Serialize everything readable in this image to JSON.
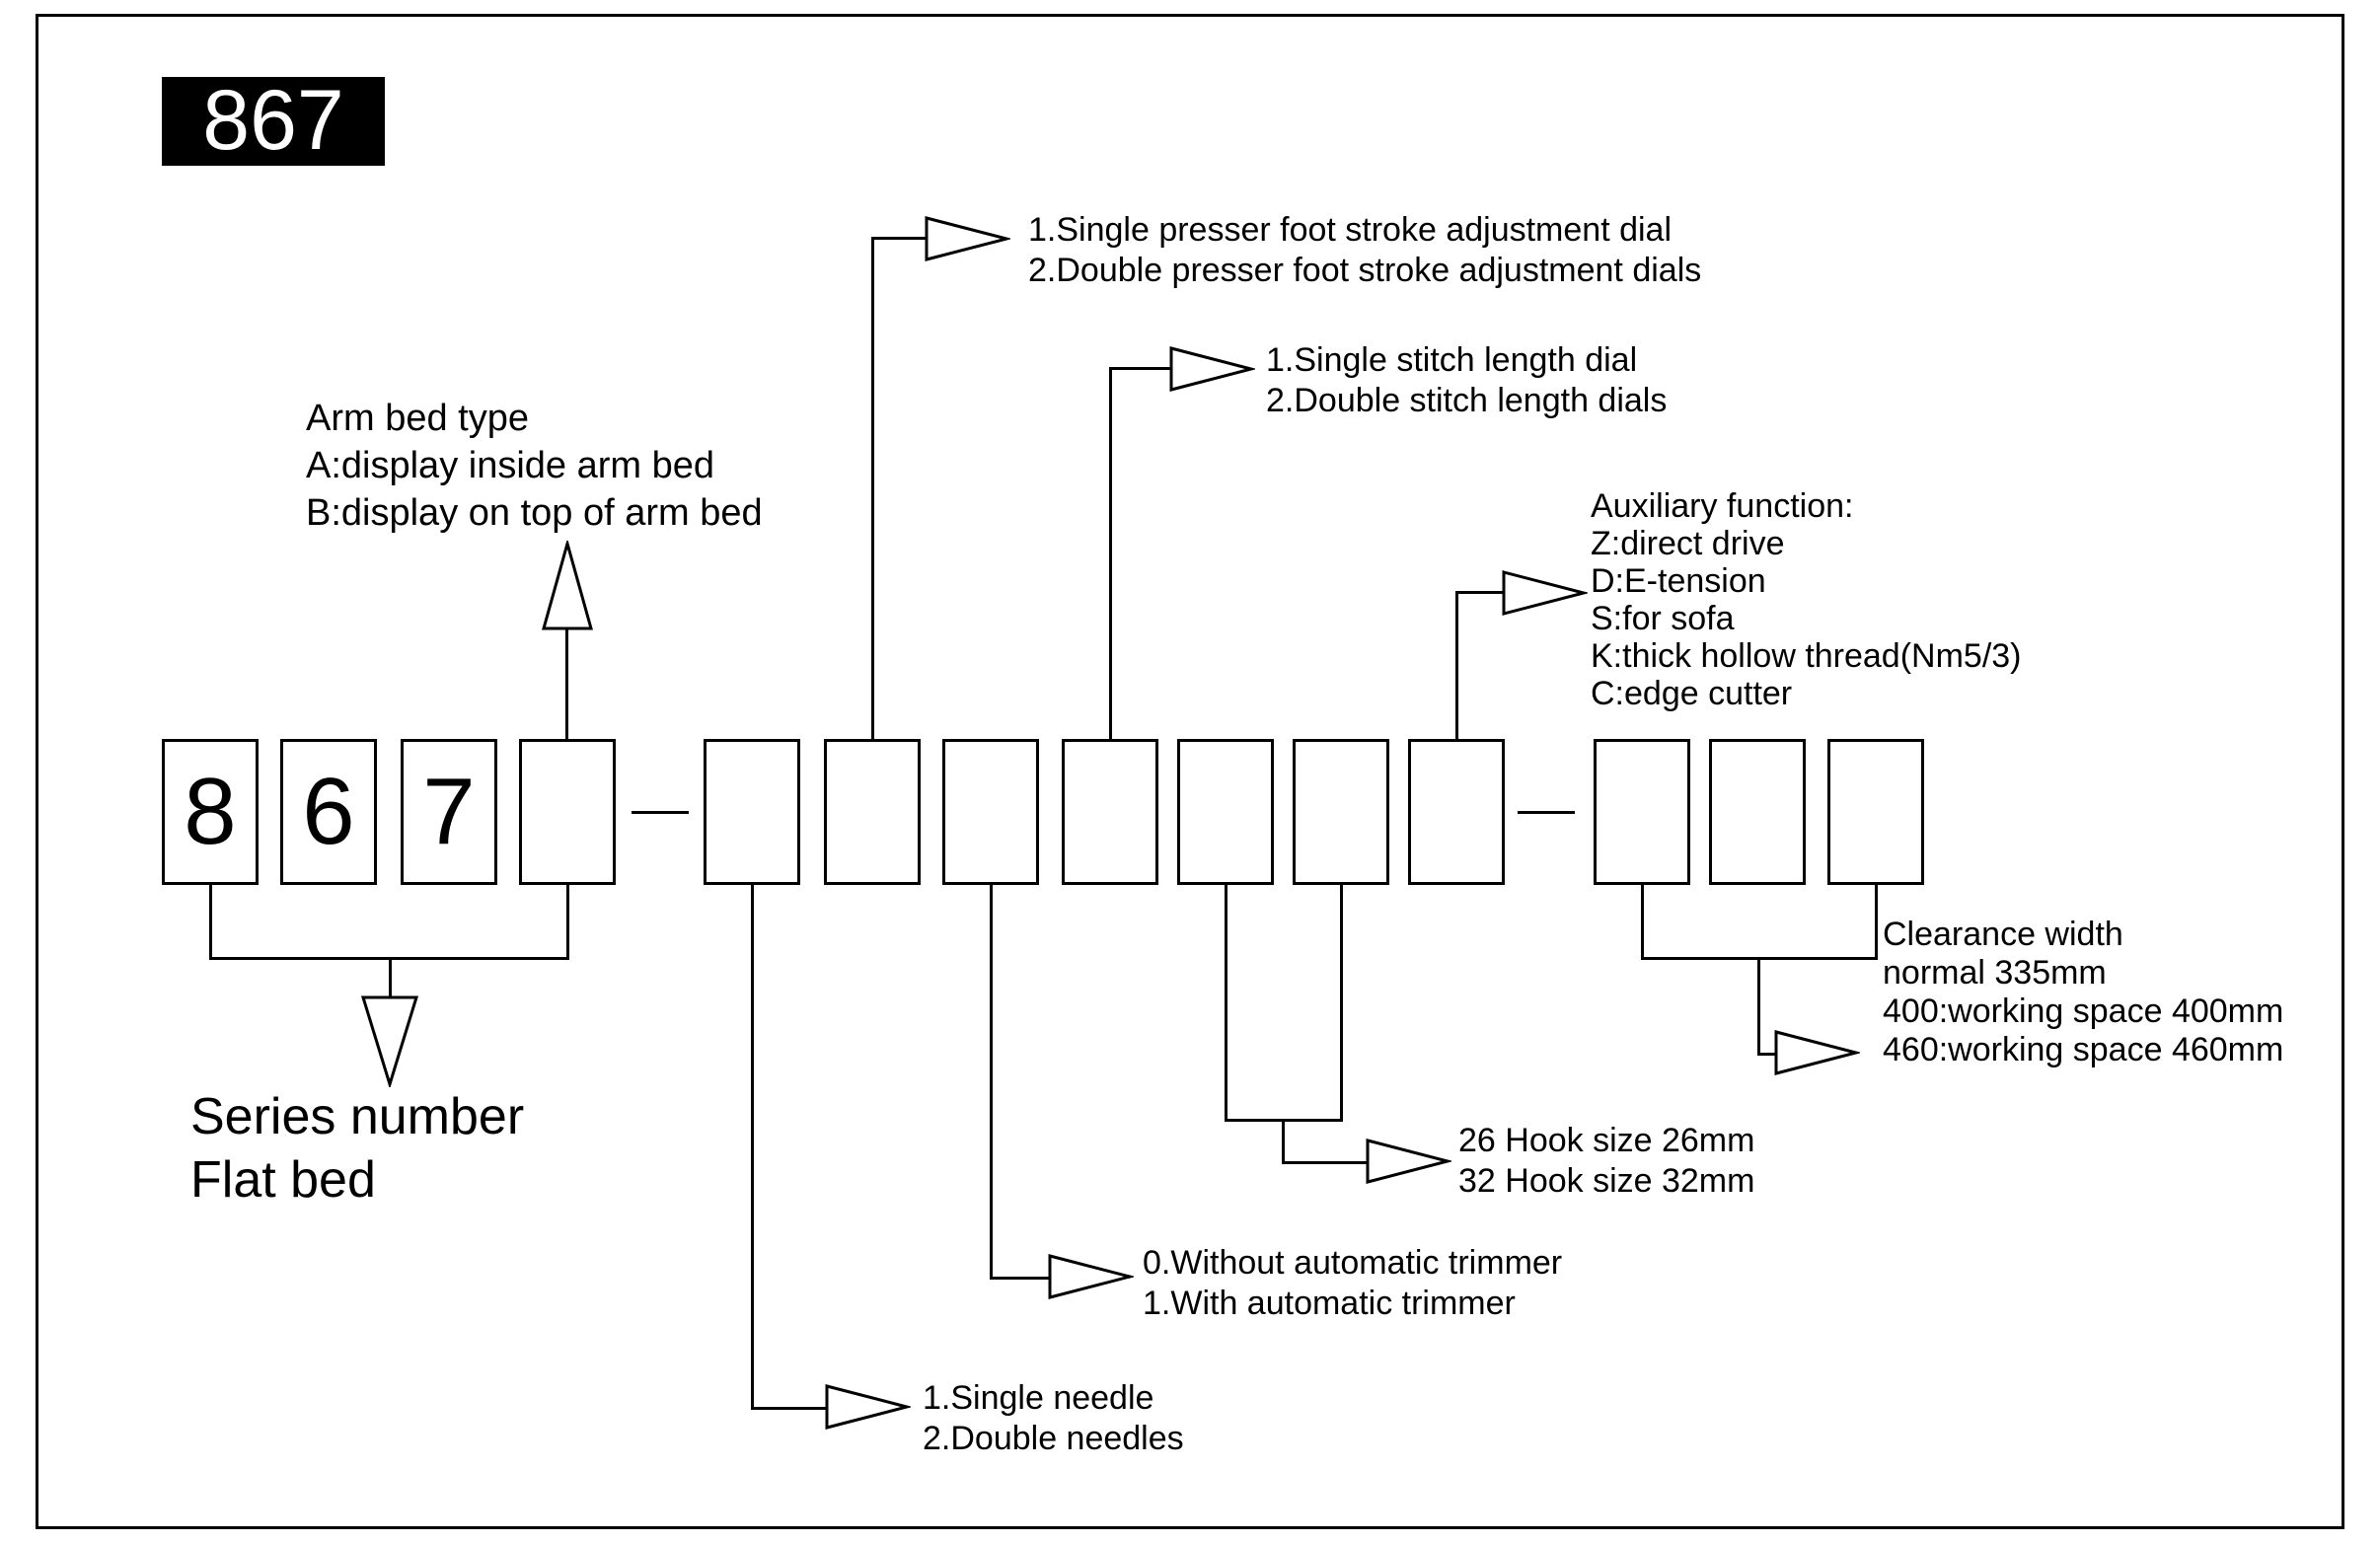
{
  "badge": "867",
  "model_digits": [
    "8",
    "6",
    "7"
  ],
  "notes": {
    "presser_foot": [
      "1.Single presser foot stroke adjustment dial",
      "2.Double presser foot stroke adjustment dials"
    ],
    "stitch_length": [
      "1.Single stitch length dial",
      "2.Double stitch length dials"
    ],
    "arm_bed": [
      "Arm bed type",
      "A:display inside arm bed",
      "B:display on top of arm bed"
    ],
    "auxiliary_function": [
      "Auxiliary function:",
      "Z:direct drive",
      "D:E-tension",
      "S:for sofa",
      "K:thick hollow thread(Nm5/3)",
      "C:edge cutter"
    ],
    "series_number": [
      "Series number",
      "Flat bed"
    ],
    "needle": [
      "1.Single needle",
      "2.Double needles"
    ],
    "trimmer": [
      "0.Without automatic trimmer",
      "1.With automatic trimmer"
    ],
    "hook_size": [
      "26 Hook size 26mm",
      "32 Hook size 32mm"
    ],
    "clearance_width": [
      "Clearance width",
      "normal 335mm",
      "400:working space 400mm",
      "460:working space 460mm"
    ]
  }
}
